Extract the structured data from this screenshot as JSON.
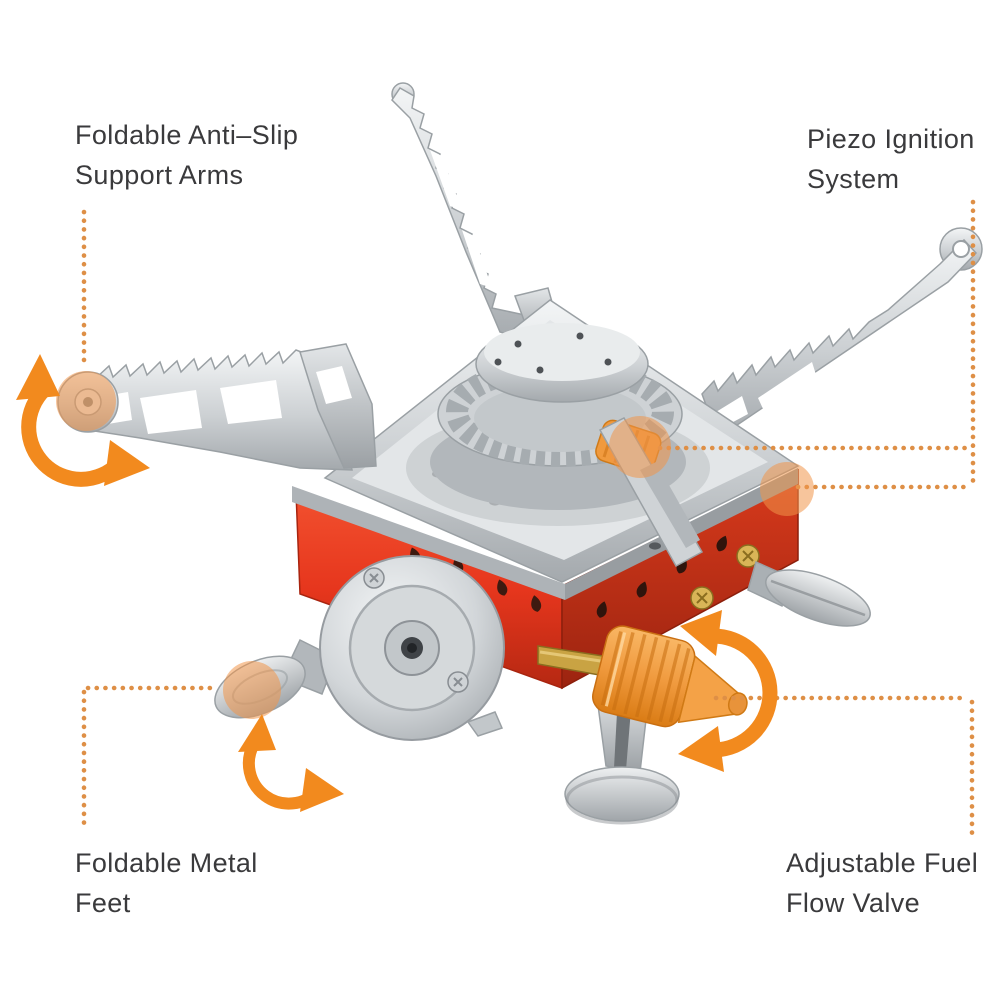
{
  "labels": {
    "support_arms": {
      "line1": "Foldable Anti–Slip",
      "line2": "Support Arms"
    },
    "piezo": {
      "line1": "Piezo Ignition",
      "line2": "System"
    },
    "feet": {
      "line1": "Foldable Metal",
      "line2": "Feet"
    },
    "valve": {
      "line1": "Adjustable Fuel",
      "line2": "Flow Valve"
    }
  },
  "colors": {
    "label_text": "#3a3a3c",
    "leader_dots": "#de8f46",
    "highlight": "#f0964a",
    "arrow": "#f28a1e",
    "stove_red": "#e6361d",
    "knob_orange": "#f09a3e",
    "background": "#ffffff"
  }
}
